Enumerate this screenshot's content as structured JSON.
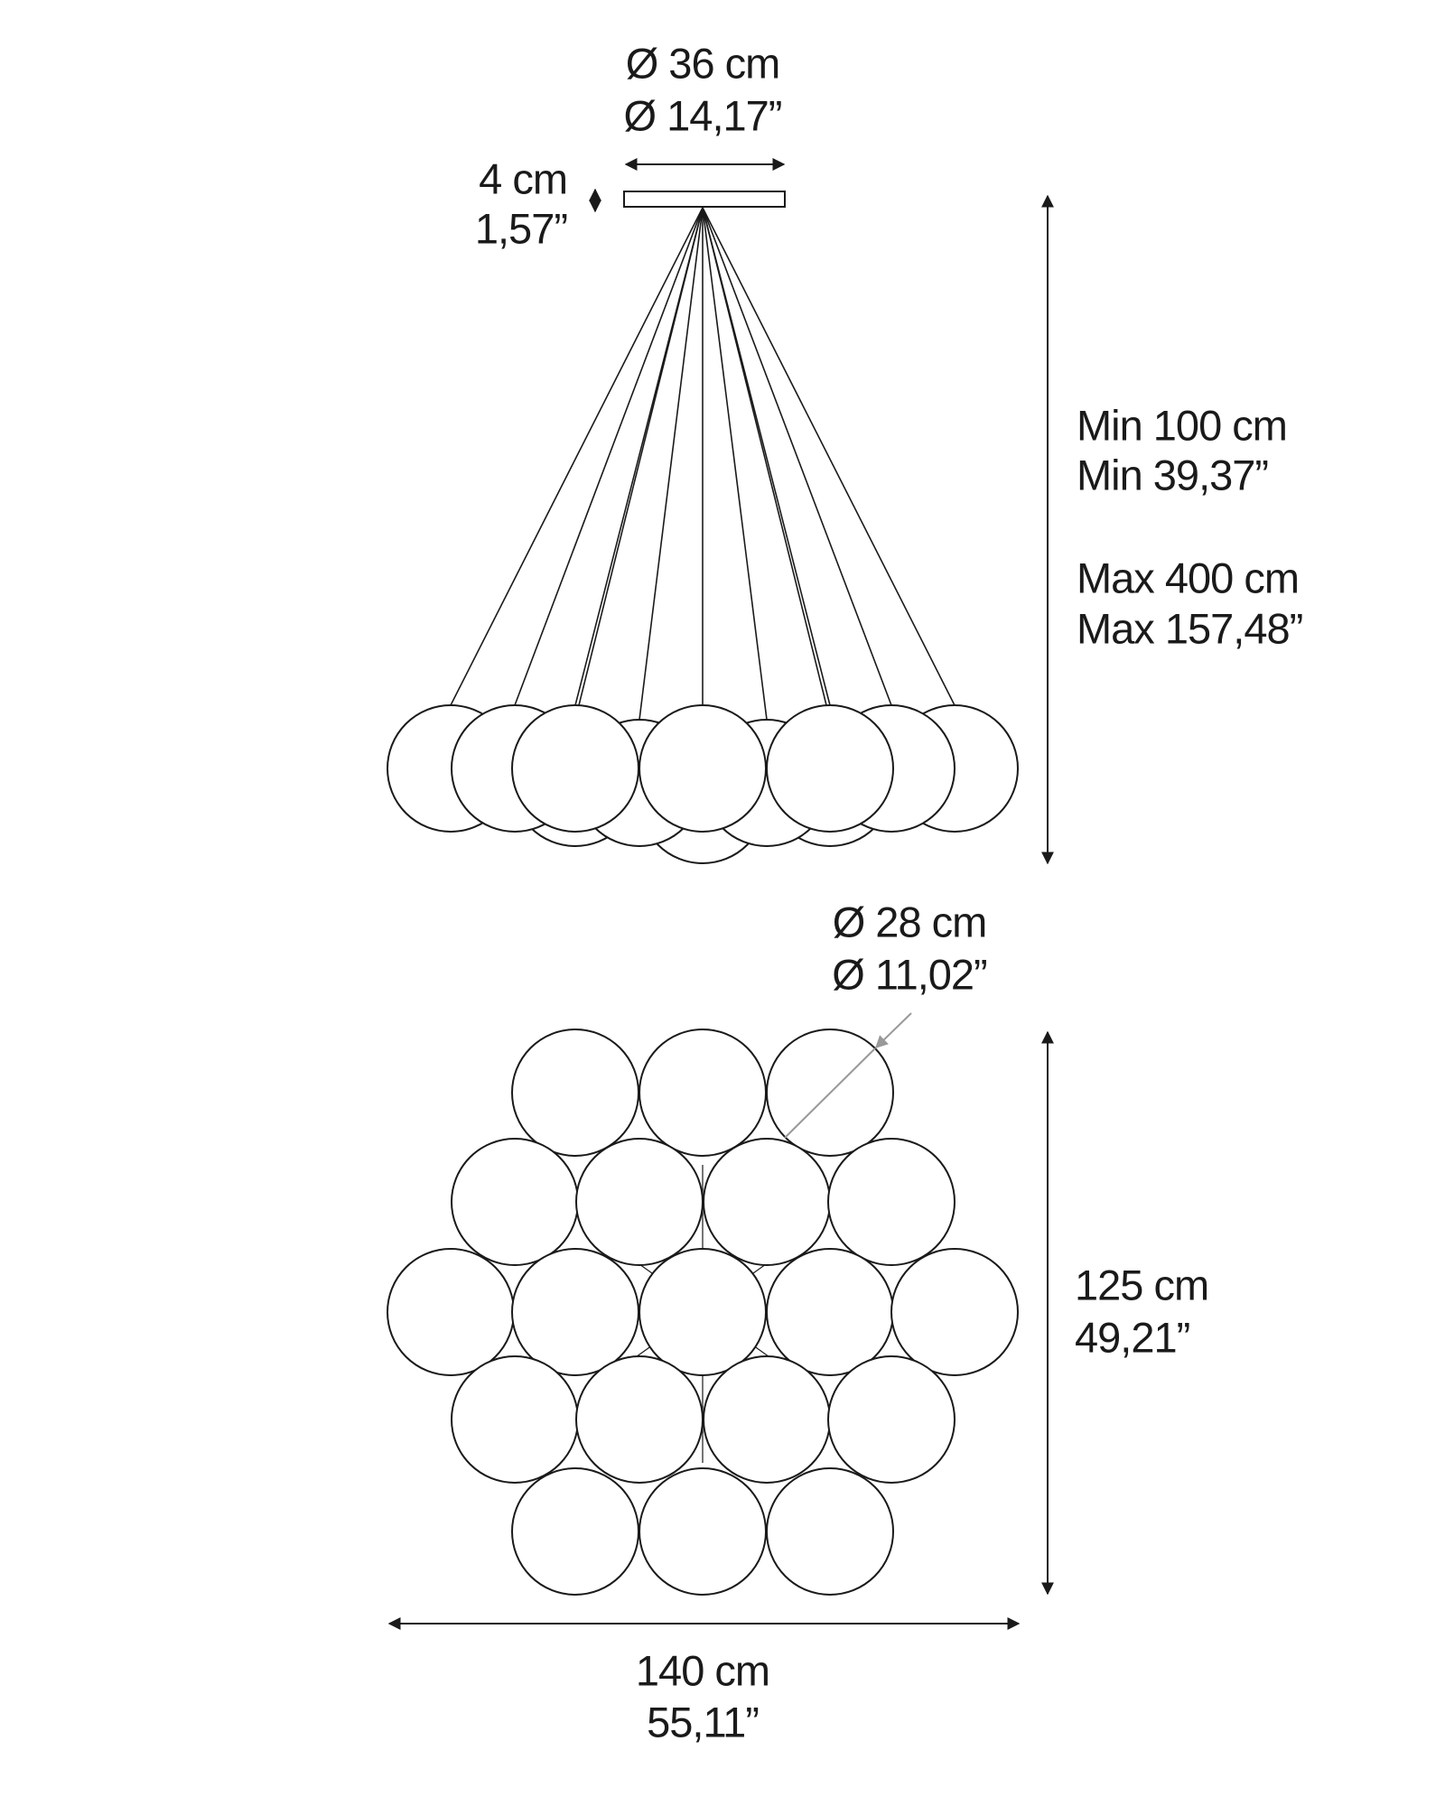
{
  "side_view": {
    "canopy_diameter_cm": "Ø 36 cm",
    "canopy_diameter_in": "Ø 14,17”",
    "canopy_height_cm": "4 cm",
    "canopy_height_in": "1,57”",
    "min_height_cm": "Min 100 cm",
    "min_height_in": "Min 39,37”",
    "max_height_cm": "Max 400 cm",
    "max_height_in": "Max 157,48”"
  },
  "top_view": {
    "sphere_diameter_cm": "Ø 28 cm",
    "sphere_diameter_in": "Ø 11,02”",
    "depth_cm": "125 cm",
    "depth_in": "49,21”",
    "width_cm": "140 cm",
    "width_in": "55,11”"
  },
  "colors": {
    "line": "#1a1a1a",
    "leader": "#999999"
  }
}
